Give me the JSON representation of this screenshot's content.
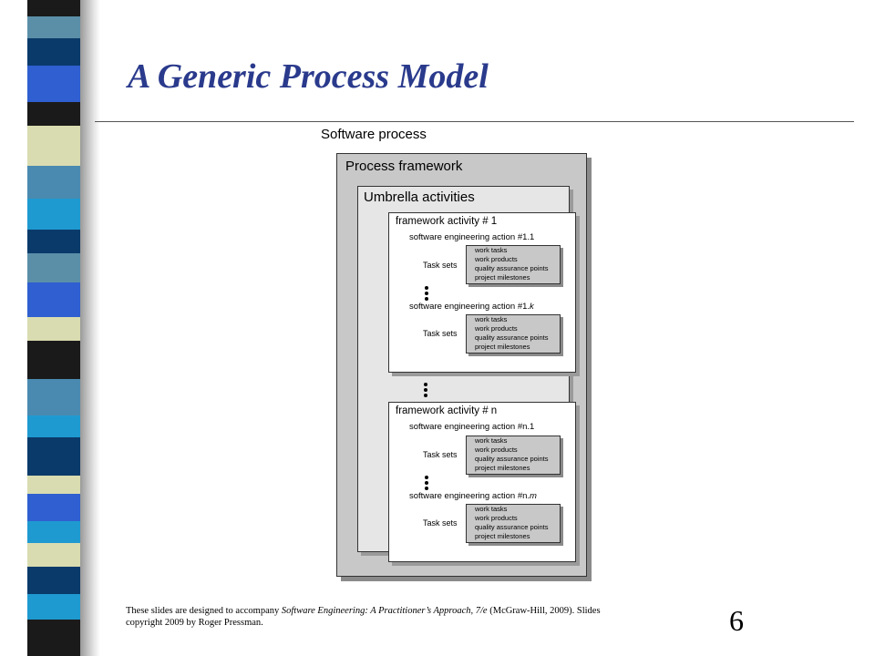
{
  "slide": {
    "title": "A Generic Process Model",
    "page_number": "6",
    "footer": {
      "pre": "These slides are designed to accompany ",
      "book": "Software Engineering: A Practitioner’s Approach, 7/e",
      "post": " (McGraw-Hill, 2009). Slides copyright 2009 by Roger Pressman."
    }
  },
  "diagram": {
    "software_process": "Software process",
    "process_framework": "Process framework",
    "umbrella_activities": "Umbrella activities",
    "task_sets_label": "Task sets",
    "task_items": [
      "work tasks",
      "work products",
      "quality assurance points",
      "project milestones"
    ],
    "activity_1": {
      "title": "framework activity # 1",
      "action_first": "software engineering action #1.1",
      "action_last_prefix": "software engineering action #1.",
      "action_last_var": "k"
    },
    "activity_n": {
      "title": "framework activity # n",
      "action_first": "software engineering action #n.1",
      "action_last_prefix": "software engineering action #n.",
      "action_last_var": "m"
    }
  },
  "colors": {
    "title": "#2a3a8c",
    "stripe": [
      "#5b8fa8",
      "#1a1a1a",
      "#d9dcb0",
      "#2f5fd0",
      "#1f9ad0",
      "#0a3a6a",
      "#4a8ab0"
    ]
  }
}
